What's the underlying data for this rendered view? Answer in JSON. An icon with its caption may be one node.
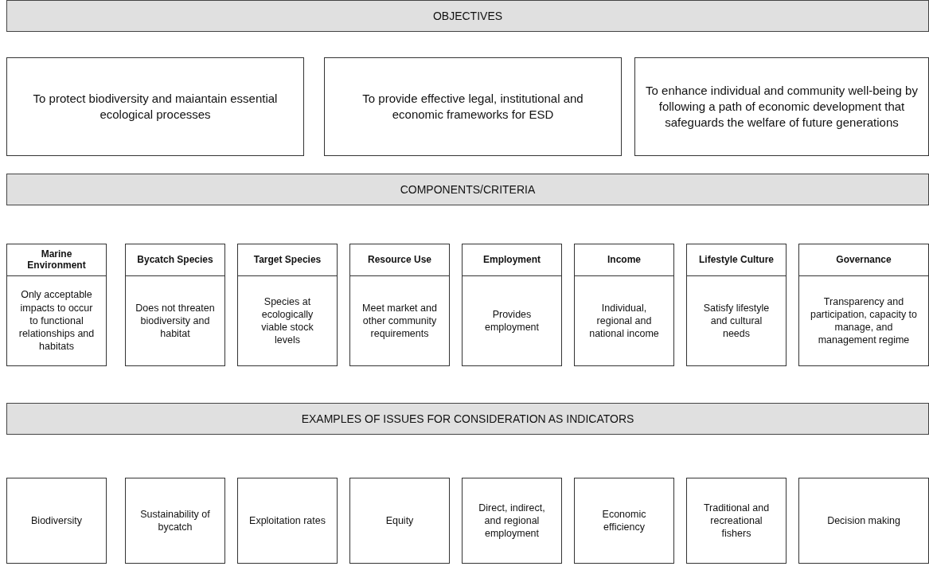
{
  "diagram": {
    "nodes": [
      {
        "text": [
          "OBJECTIVES"
        ]
      },
      {
        "text": [
          "To protect biodiversity and maiantain essential ecological processes"
        ]
      },
      {
        "text": [
          "To provide effective legal, institutional and economic frameworks for ESD"
        ]
      },
      {
        "text": [
          "To enhance individual and community well-being by following a path of economic development that safeguards the welfare of future generations"
        ]
      },
      {
        "text": [
          "COMPONENTS/CRITERIA"
        ]
      },
      {
        "text": [
          "Marine Environment",
          "Only acceptable impacts to occur to functional relationships and habitats"
        ]
      },
      {
        "text": [
          "Bycatch Species",
          "Does not threaten biodiversity and habitat"
        ]
      },
      {
        "text": [
          "Target Species",
          "Species at ecologically viable stock levels"
        ]
      },
      {
        "text": [
          "Resource Use",
          "Meet market and other community requirements"
        ]
      },
      {
        "text": [
          "Employment",
          "Provides employment"
        ]
      },
      {
        "text": [
          "Income",
          "Individual, regional and national income"
        ]
      },
      {
        "text": [
          "Lifestyle Culture",
          "Satisfy lifestyle and cultural needs"
        ]
      },
      {
        "text": [
          "Governance",
          "Transparency and participation, capacity to manage, and management regime"
        ]
      },
      {
        "text": [
          "EXAMPLES OF ISSUES FOR CONSIDERATION AS INDICATORS"
        ]
      },
      {
        "text": [
          "Biodiversity"
        ]
      },
      {
        "text": [
          "Sustainability of bycatch"
        ]
      },
      {
        "text": [
          "Exploitation rates"
        ]
      },
      {
        "text": [
          "Equity"
        ]
      },
      {
        "text": [
          "Direct, indirect, and regional employment"
        ]
      },
      {
        "text": [
          "Economic efficiency"
        ]
      },
      {
        "text": [
          "Traditional and recreational fishers"
        ]
      },
      {
        "text": [
          "Decision making"
        ]
      }
    ]
  }
}
